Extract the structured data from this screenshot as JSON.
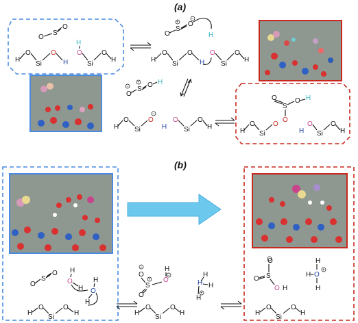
{
  "panel_a": {
    "label": "(a)",
    "structures": {
      "reactant": {
        "so2": [
          "O",
          "S",
          "O"
        ],
        "surface": [
          "H",
          "O",
          "Si",
          "O",
          "H",
          "H",
          "O",
          "Si",
          "O",
          "H"
        ]
      },
      "intermediate1": {
        "so2": [
          "O",
          "S",
          "O"
        ],
        "charges": [
          "−",
          "+"
        ],
        "h": "H",
        "surface": [
          "H",
          "O",
          "Si",
          "O",
          "H",
          "O",
          "Si",
          "O",
          "H"
        ]
      },
      "intermediate2": {
        "so2": [
          "O",
          "S",
          "O",
          "H"
        ],
        "charges": [
          "−",
          "+"
        ],
        "surface": [
          "H",
          "O",
          "Si",
          "O",
          "−",
          "H",
          "O",
          "Si",
          "O",
          "H"
        ]
      },
      "product": {
        "atoms": [
          "O",
          "S",
          "O",
          "H",
          "O",
          "H",
          "O",
          "Si",
          "O",
          "H",
          "O",
          "Si",
          "O",
          "H"
        ]
      }
    }
  },
  "panel_b": {
    "label": "(b)",
    "structures": {
      "reactant": {
        "so2": [
          "O",
          "S",
          "O"
        ],
        "waters": [
          "H",
          "O",
          "H",
          "H",
          "O",
          "H"
        ],
        "surface": [
          "H",
          "O",
          "Si",
          "O",
          "H"
        ]
      },
      "intermediate": {
        "so2": [
          "O",
          "S",
          "O"
        ],
        "charges": [
          "−",
          "+",
          "−"
        ],
        "hydronium": [
          "H",
          "O",
          "H",
          "H",
          "+"
        ],
        "surface": [
          "H",
          "O",
          "Si",
          "O",
          "H"
        ]
      },
      "product": {
        "bisulfite": [
          "O",
          "S",
          "O",
          "H"
        ],
        "hydronium": [
          "H",
          "O",
          "H",
          "H",
          "+"
        ],
        "surface": [
          "H",
          "O",
          "Si",
          "O",
          "H"
        ]
      }
    }
  },
  "colors": {
    "blue_dashed": "#4a8ae0",
    "red_dashed": "#c8281e",
    "arrow": "#6cc8ec",
    "snapshot_bg": "#8e9891"
  }
}
